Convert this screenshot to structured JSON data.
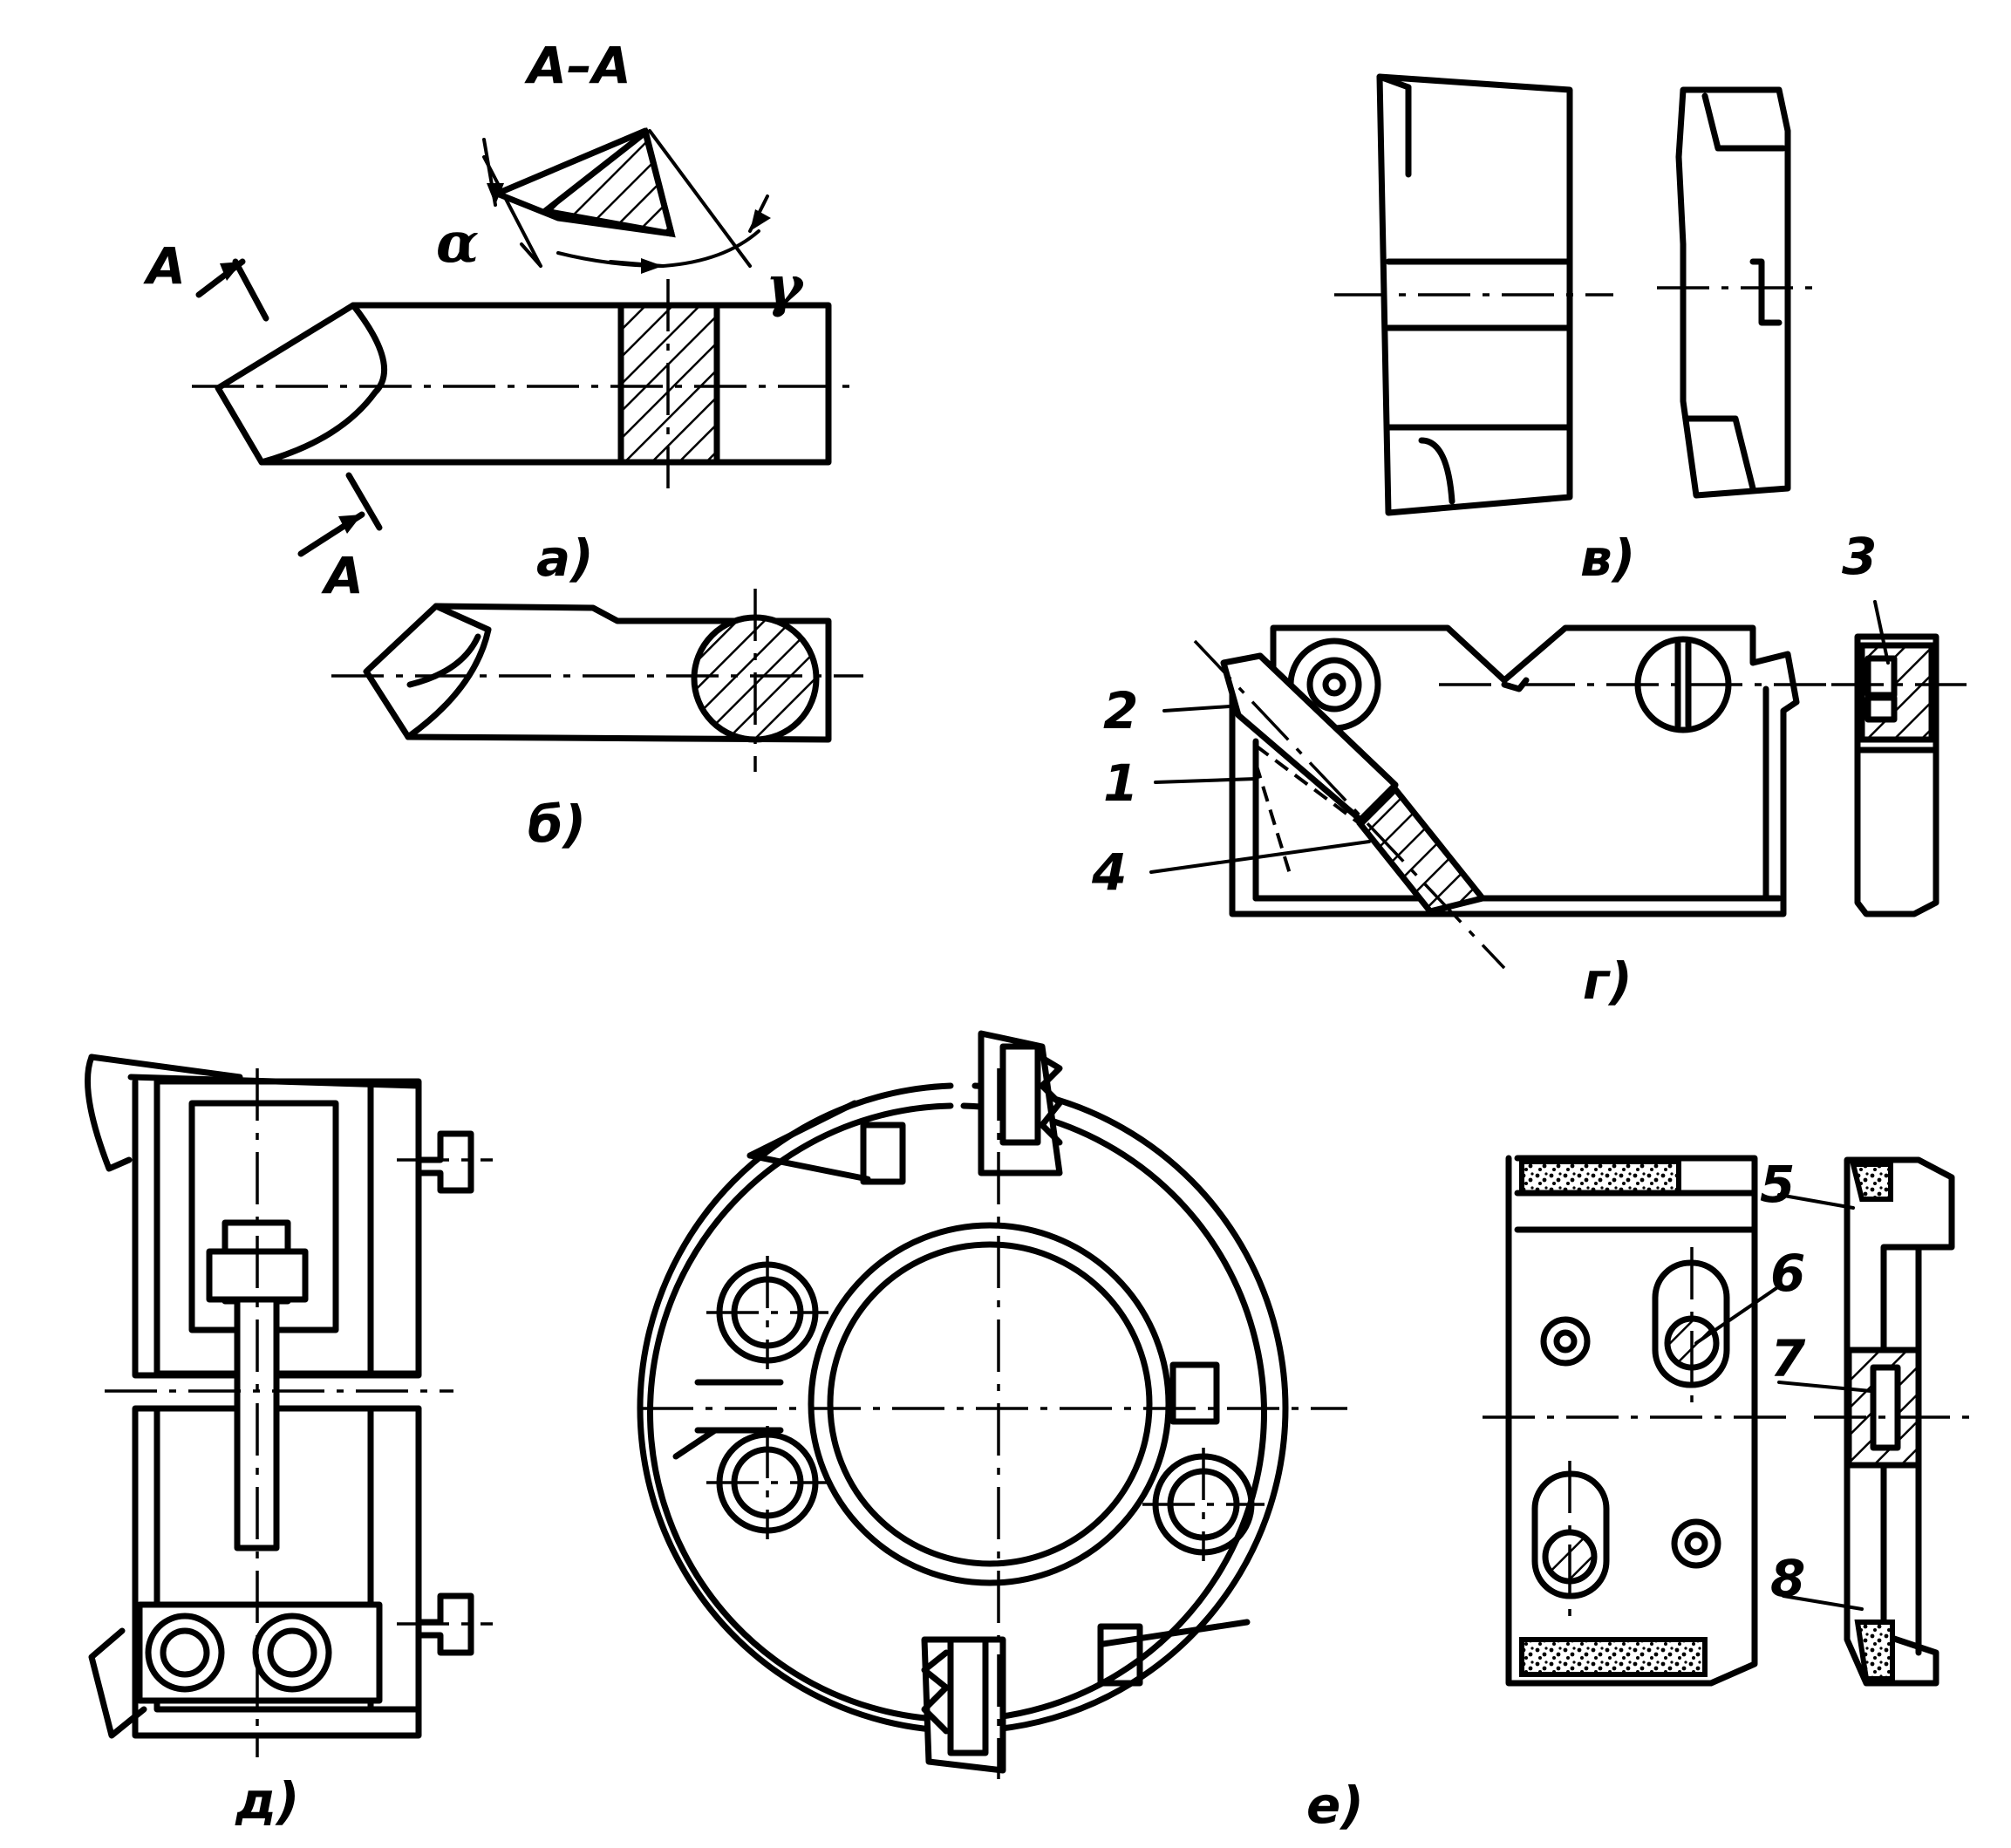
{
  "labels": {
    "section_title": "A–A",
    "section_mark_top": "A",
    "section_mark_bottom": "A",
    "angle_alpha": "α",
    "angle_gamma": "γ",
    "panel_a": "а)",
    "panel_b": "б)",
    "panel_v": "в)",
    "panel_g": "г)",
    "panel_d": "д)",
    "panel_e": "е)",
    "callout_1": "1",
    "callout_2": "2",
    "callout_3": "3",
    "callout_4": "4",
    "callout_5": "5",
    "callout_6": "6",
    "callout_7": "7",
    "callout_8": "8"
  }
}
